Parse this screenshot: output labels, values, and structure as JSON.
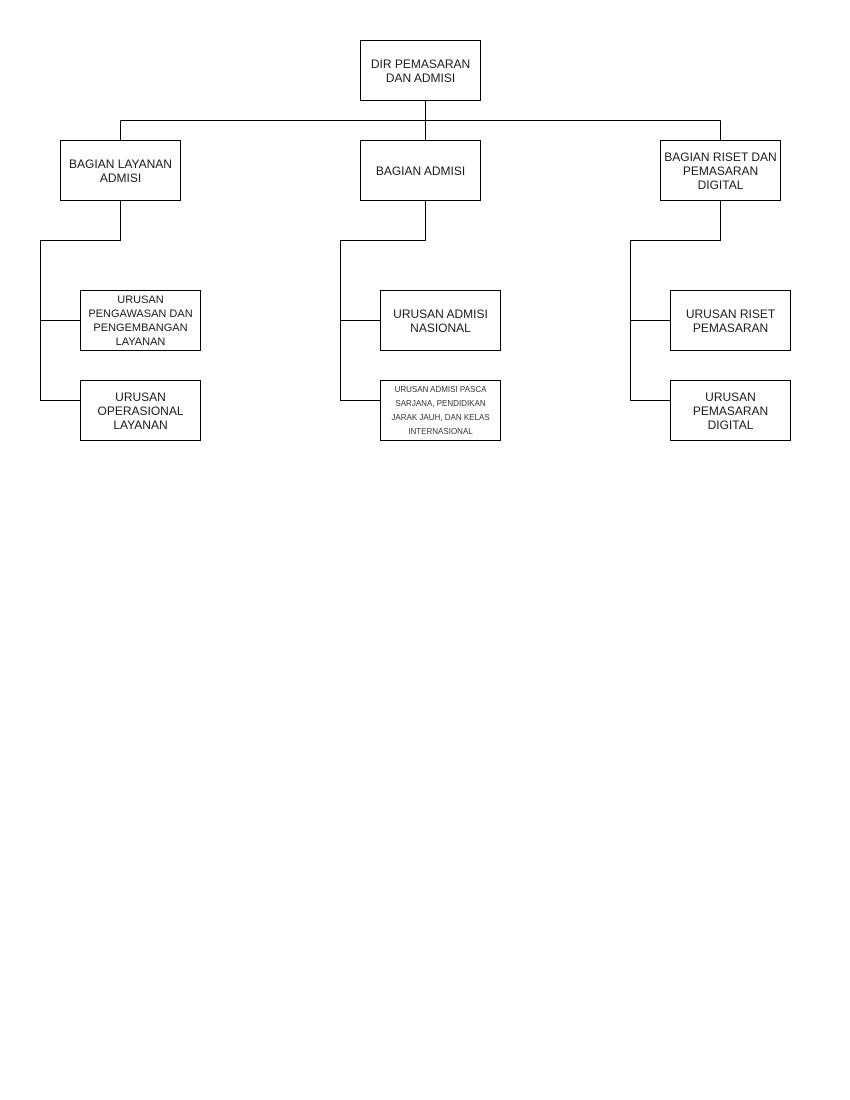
{
  "org_chart": {
    "root": {
      "label": "DIR PEMASARAN DAN ADMISI"
    },
    "departments": [
      {
        "label": "BAGIAN LAYANAN ADMISI",
        "units": [
          {
            "label": "URUSAN PENGAWASAN DAN PENGEMBANGAN LAYANAN"
          },
          {
            "label": "URUSAN OPERASIONAL LAYANAN"
          }
        ]
      },
      {
        "label": "BAGIAN ADMISI",
        "units": [
          {
            "label": "URUSAN ADMISI NASIONAL"
          },
          {
            "label": "URUSAN ADMISI PASCA SARJANA, PENDIDIKAN JARAK JAUH, DAN KELAS INTERNASIONAL"
          }
        ]
      },
      {
        "label": "BAGIAN RISET DAN PEMASARAN DIGITAL",
        "units": [
          {
            "label": "URUSAN RISET PEMASARAN"
          },
          {
            "label": "URUSAN PEMASARAN DIGITAL"
          }
        ]
      }
    ],
    "colors": {
      "border": "#000000",
      "connector": "#000000",
      "text": "#1a1a1a",
      "background": "#ffffff"
    }
  }
}
